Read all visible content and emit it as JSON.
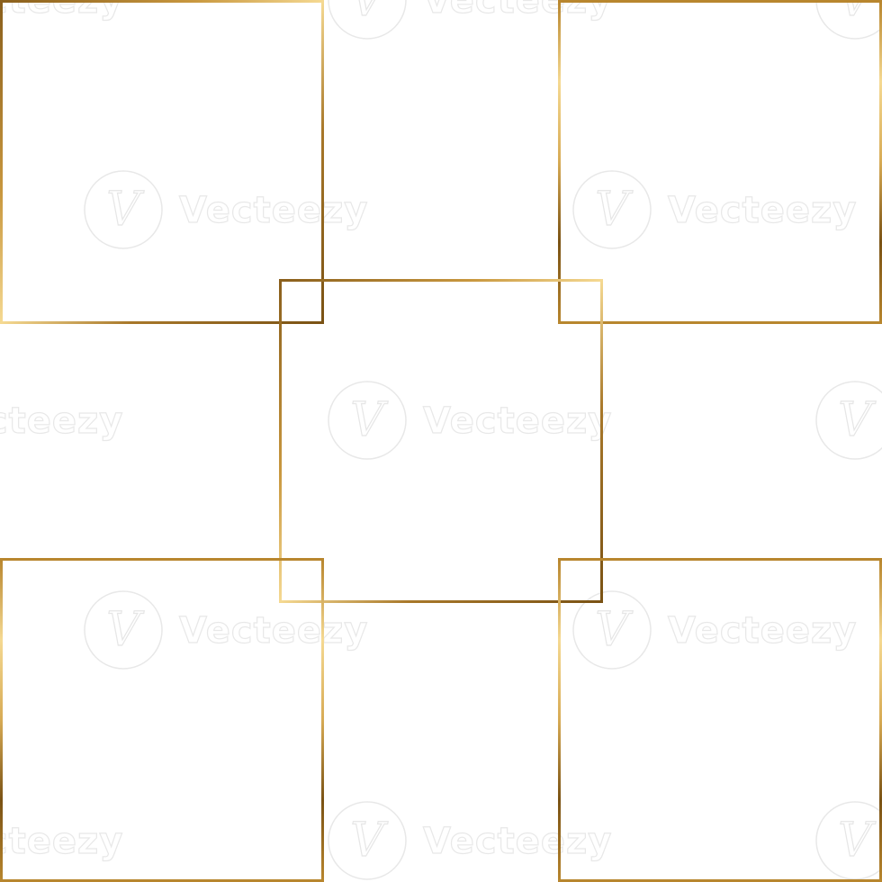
{
  "watermark": {
    "text": "Vecteezy",
    "logo_icon": "vecteezy-v-logo-icon"
  },
  "colors": {
    "background": "#ffffff",
    "gold_dark": "#7a5214",
    "gold_mid": "#b8862e",
    "gold_light": "#f5d992",
    "watermark": "#e8e8e8"
  },
  "frames": [
    {
      "name": "frame-top-left"
    },
    {
      "name": "frame-top-right"
    },
    {
      "name": "frame-center"
    },
    {
      "name": "frame-bottom-left"
    },
    {
      "name": "frame-bottom-right"
    }
  ]
}
